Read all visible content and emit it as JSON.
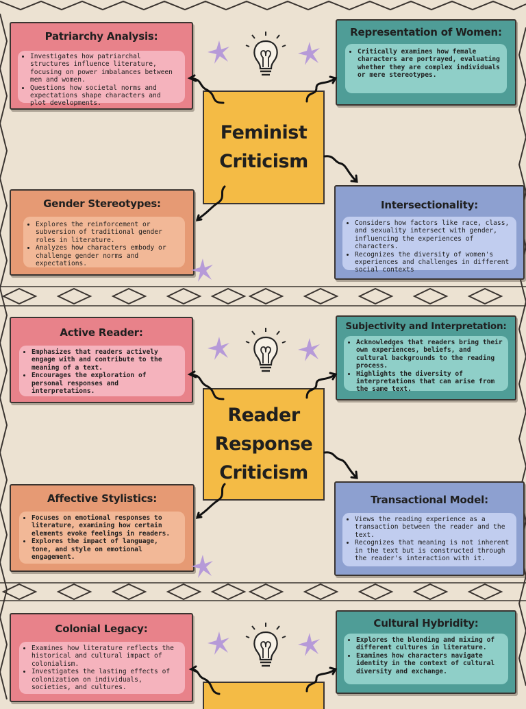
{
  "sections": [
    {
      "center_title": "Feminist\nCriticism",
      "cards": [
        {
          "title": "Patriarchy Analysis:",
          "items": [
            "Investigates how patriarchal structures influence literature, focusing on power imbalances between men and women.",
            "Questions how societal norms and expectations shape characters and plot developments."
          ]
        },
        {
          "title": "Representation of Women:",
          "items": [
            "Critically examines how female characters are portrayed, evaluating whether they are complex individuals or mere stereotypes."
          ]
        },
        {
          "title": "Gender Stereotypes:",
          "items": [
            "Explores the reinforcement or subversion of traditional gender roles in literature.",
            "Analyzes how characters embody or challenge gender norms and expectations."
          ]
        },
        {
          "title": "Intersectionality:",
          "items": [
            "Considers how factors like race, class, and sexuality intersect with gender, influencing the experiences of characters.",
            "Recognizes the diversity of women's experiences and challenges in different social contexts"
          ]
        }
      ]
    },
    {
      "center_title": "Reader\nResponse\nCriticism",
      "cards": [
        {
          "title": "Active Reader:",
          "items": [
            "Emphasizes that readers actively engage with and contribute to the meaning of a text.",
            "Encourages the exploration of personal responses and interpretations."
          ]
        },
        {
          "title": "Subjectivity and Interpretation:",
          "items": [
            "Acknowledges that readers bring their own experiences, beliefs, and cultural backgrounds to the reading process.",
            "Highlights the diversity of interpretations that can arise from the same text."
          ]
        },
        {
          "title": "Affective Stylistics:",
          "items": [
            "Focuses on emotional responses to literature, examining how certain elements evoke feelings in readers.",
            "Explores the impact of language, tone, and style on emotional engagement."
          ]
        },
        {
          "title": "Transactional Model:",
          "items": [
            "Views the reading experience as a transaction between the reader and the text.",
            "Recognizes that meaning is not inherent in the text but is constructed through the reader's interaction with it."
          ]
        }
      ]
    },
    {
      "center_title": "",
      "cards": [
        {
          "title": "Colonial Legacy:",
          "items": [
            "Examines how literature reflects the historical and cultural impact of colonialism.",
            "Investigates the lasting effects of colonization on individuals, societies, and cultures."
          ]
        },
        {
          "title": "Cultural Hybridity:",
          "items": [
            "Explores the blending and mixing of different cultures in literature.",
            "Examines how characters navigate identity in the context of cultural diversity and exchange."
          ]
        }
      ]
    }
  ],
  "colors": {
    "background": "#ece2d2",
    "pink": "#e8828a",
    "teal": "#4f9d97",
    "orange": "#e69a74",
    "blue": "#8da0d0",
    "center": "#f4bb45",
    "star": "#b69ad8"
  },
  "icons": [
    "lightbulb-icon",
    "sparkle-star-icon",
    "squiggle-arrow-icon",
    "diamond-border-pattern"
  ]
}
